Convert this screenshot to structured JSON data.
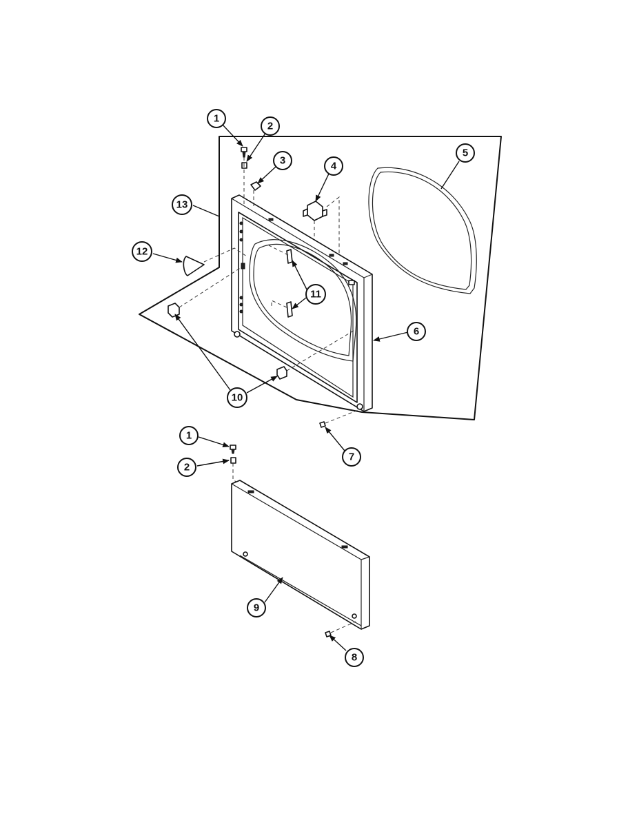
{
  "callouts": [
    {
      "id": "c1a",
      "label": "1"
    },
    {
      "id": "c2a",
      "label": "2"
    },
    {
      "id": "c3",
      "label": "3"
    },
    {
      "id": "c4",
      "label": "4"
    },
    {
      "id": "c5",
      "label": "5"
    },
    {
      "id": "c6",
      "label": "6"
    },
    {
      "id": "c7",
      "label": "7"
    },
    {
      "id": "c10",
      "label": "10"
    },
    {
      "id": "c11",
      "label": "11"
    },
    {
      "id": "c12",
      "label": "12"
    },
    {
      "id": "c13",
      "label": "13"
    },
    {
      "id": "c1b",
      "label": "1"
    },
    {
      "id": "c2b",
      "label": "2"
    },
    {
      "id": "c8",
      "label": "8"
    },
    {
      "id": "c9",
      "label": "9"
    }
  ]
}
